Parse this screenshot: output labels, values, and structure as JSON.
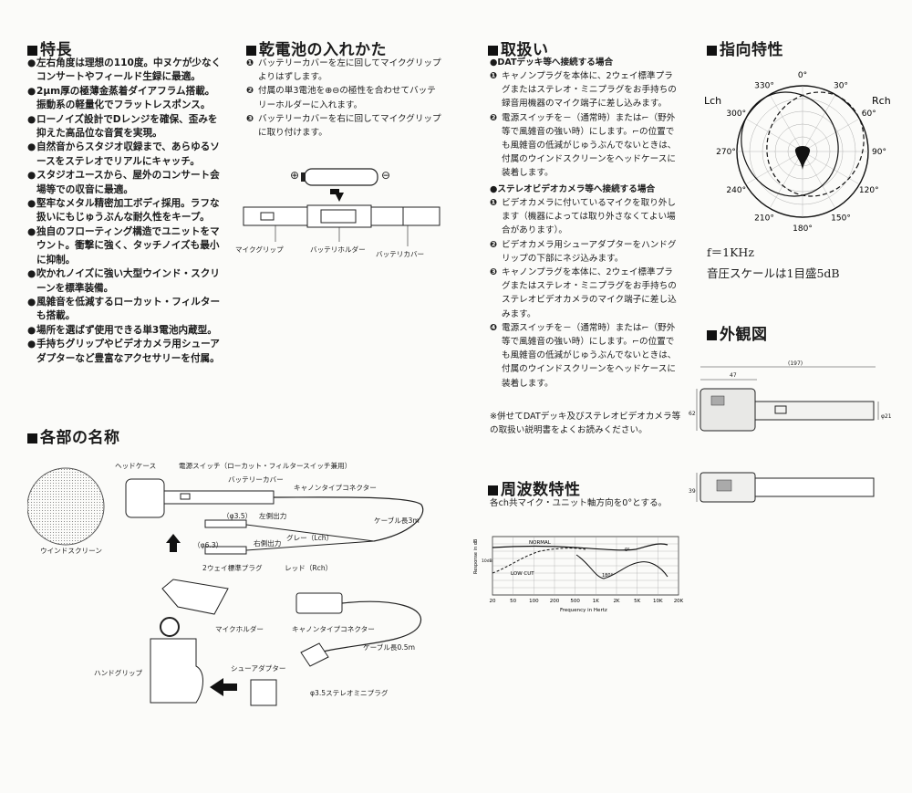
{
  "features": {
    "heading": "特長",
    "items": [
      "左右角度は理想の110度。中ヌケが少なくコンサートやフィールド生録に最適。",
      "2μm厚の極薄金蒸着ダイアフラム搭載。振動系の軽量化でフラットレスポンス。",
      "ローノイズ設計でDレンジを確保、歪みを抑えた高品位な音質を実現。",
      "自然音からスタジオ収録まで、あらゆるソースをステレオでリアルにキャッチ。",
      "スタジオユースから、屋外のコンサート会場等での収音に最適。",
      "堅牢なメタル精密加工ボディ採用。ラフな扱いにもじゅうぶんな耐久性をキープ。",
      "独自のフローティング構造でユニットをマウント。衝撃に強く、タッチノイズも最小に抑制。",
      "吹かれノイズに強い大型ウインド・スクリーンを標準装備。",
      "風雑音を低減するローカット・フィルターも搭載。",
      "場所を選ばず使用できる単3電池内蔵型。",
      "手持ちグリップやビデオカメラ用シューアダプターなど豊富なアクセサリーを付属。"
    ]
  },
  "battery": {
    "heading": "乾電池の入れかた",
    "steps": [
      "バッテリーカバーを左に回してマイクグリップよりはずします。",
      "付属の単3電池を⊕⊖の極性を合わせてバッテリーホルダーに入れます。",
      "バッテリーカバーを右に回してマイクグリップに取り付けます。"
    ],
    "labels": {
      "grip": "マイクグリップ",
      "holder": "バッテリホルダー",
      "cover": "バッテリカバー",
      "plus": "⊕",
      "minus": "⊖"
    }
  },
  "handling": {
    "heading": "取扱い",
    "dat_title": "●DATデッキ等へ接続する場合",
    "dat_steps": [
      "キャノンプラグを本体に、2ウェイ標準プラグまたはステレオ・ミニプラグをお手持ちの録音用機器のマイク端子に差し込みます。",
      "電源スイッチを－（通常時）または⌐（野外等で風雑音の強い時）にします。⌐の位置でも風雑音の低減がじゅうぶんでないときは、付属のウインドスクリーンをヘッドケースに装着します。"
    ],
    "cam_title": "●ステレオビデオカメラ等へ接続する場合",
    "cam_steps": [
      "ビデオカメラに付いているマイクを取り外します（機器によっては取り外さなくてよい場合があります）。",
      "ビデオカメラ用シューアダプターをハンドグリップの下部にネジ込みます。",
      "キャノンプラグを本体に、2ウェイ標準プラグまたはステレオ・ミニプラグをお手持ちのステレオビデオカメラのマイク端子に差し込みます。",
      "電源スイッチを－（通常時）または⌐（野外等で風雑音の強い時）にします。⌐の位置でも風雑音の低減がじゅうぶんでないときは、付属のウインドスクリーンをヘッドケースに装着します。"
    ],
    "note": "※併せてDATデッキ及びステレオビデオカメラ等の取扱い説明書をよくお読みください。"
  },
  "directivity": {
    "heading": "指向特性",
    "lch": "Lch",
    "rch": "Rch",
    "angles": [
      "0°",
      "30°",
      "60°",
      "90°",
      "120°",
      "150°",
      "180°",
      "210°",
      "240°",
      "270°",
      "300°",
      "330°"
    ],
    "freq": "f＝1KHz",
    "scale": "音圧スケールは1目盛5dB"
  },
  "appearance": {
    "heading": "外観図",
    "dims": {
      "total": "(197)",
      "head": "47",
      "height": "62",
      "dia": "φ21",
      "side": "39"
    }
  },
  "parts": {
    "heading": "各部の名称",
    "labels": {
      "windscreen": "ウインドスクリーン",
      "headcase": "ヘッドケース",
      "switch": "電源スイッチ（ローカット・フィルタースイッチ兼用）",
      "battery_cover": "バッテリーカバー",
      "cannon_connector": "キャノンタイプコネクター",
      "cable3m": "ケーブル長3m",
      "phi35": "（φ3.5）",
      "left_out": "左側出力",
      "gray": "グレー（Lch）",
      "phi63": "（φ6.3）",
      "right_out": "右側出力",
      "red": "レッド（Rch）",
      "two_way": "2ウェイ標準プラグ",
      "mic_holder": "マイクホルダー",
      "cannon_connector2": "キャノンタイプコネクター",
      "cable05m": "ケーブル長0.5m",
      "shoe_adapter": "シューアダプター",
      "hand_grip": "ハンドグリップ",
      "mini_plug": "φ3.5ステレオミニプラグ"
    }
  },
  "frequency": {
    "heading": "周波数特性",
    "subtitle": "各ch共マイク・ユニット軸方向を0°とする。",
    "ylabel": "Response in dB",
    "xlabel": "Frequency in Hertz",
    "xticks": [
      "20",
      "50",
      "100",
      "200",
      "500",
      "1K",
      "2K",
      "5K",
      "10K",
      "20K"
    ],
    "normal": "NORMAL",
    "lowcut": "LOW CUT",
    "ref": "10dB",
    "deg0": "0°",
    "deg180": "180°"
  }
}
